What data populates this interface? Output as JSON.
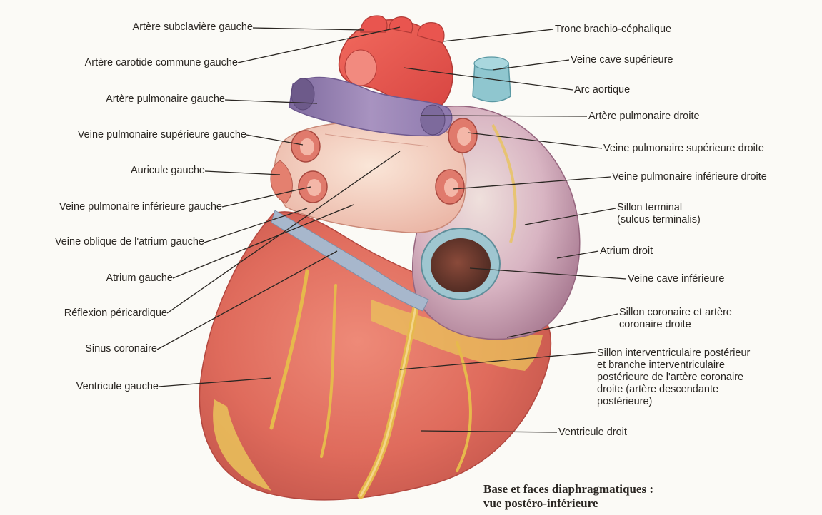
{
  "labels": {
    "arteria_subclavia_sinistra": "Artère subclavière gauche",
    "arteria_carotis_communis_sinistra": "Artère carotide commune gauche",
    "arteria_pulmonalis_sinistra": "Artère pulmonaire gauche",
    "vena_pulmonalis_superior_sinistra": "Veine pulmonaire supérieure gauche",
    "auricula_sinistra": "Auricule gauche",
    "vena_pulmonalis_inferior_sinistra": "Veine pulmonaire inférieure gauche",
    "vena_obliqua": "Veine oblique de l'atrium gauche",
    "atrium_sinistrum": "Atrium gauche",
    "reflexio_pericardii": "Réflexion péricardique",
    "sinus_coronarius": "Sinus coronaire",
    "ventriculus_sinister": "Ventricule gauche",
    "truncus_brachiocephalicus": "Tronc brachio-céphalique",
    "vena_cava_superior": "Veine cave supérieure",
    "arcus_aortae": "Arc aortique",
    "arteria_pulmonalis_dextra": "Artère pulmonaire droite",
    "vena_pulmonalis_superior_dextra": "Veine pulmonaire supérieure droite",
    "vena_pulmonalis_inferior_dextra": "Veine pulmonaire inférieure droite",
    "sulcus_terminalis": "Sillon terminal\n(sulcus terminalis)",
    "atrium_dextrum": "Atrium droit",
    "vena_cava_inferior": "Veine cave inférieure",
    "sulcus_coronarius": "Sillon coronaire et artère\ncoronaire droite",
    "sulcus_interventricularis_posterior": "Sillon interventriculaire postérieur\net branche interventriculaire\npostérieure de l'artère coronaire\ndroite (artère descendante\npostérieure)",
    "ventriculus_dexter": "Ventricule droit"
  },
  "caption": {
    "line1": "Base et faces diaphragmatiques :",
    "line2": "vue postéro-inférieure"
  },
  "colors": {
    "ventricle": "#e0705f",
    "aorta": "#e8534f",
    "pulmonary_artery": "#9b86b3",
    "vena_cava_superior": "#8fc6cf",
    "atrium_right": "#c9a3b6",
    "fat": "#e9c35b",
    "vein": "#a7b7cc"
  }
}
